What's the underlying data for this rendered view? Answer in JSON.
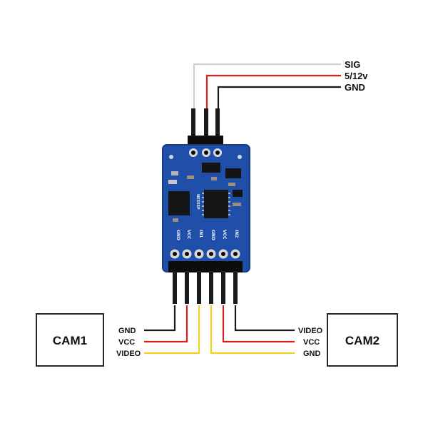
{
  "top_connector": {
    "labels": [
      "SIG",
      "5/12v",
      "GND"
    ]
  },
  "board": {
    "chip_marking": "NE555P",
    "silk_labels": [
      "GND",
      "VCC",
      "IN1",
      "GND",
      "VCC",
      "IN2"
    ]
  },
  "cam1": {
    "name": "CAM1",
    "wire_labels": [
      "GND",
      "VCC",
      "VIDEO"
    ]
  },
  "cam2": {
    "name": "CAM2",
    "wire_labels": [
      "VIDEO",
      "VCC",
      "GND"
    ]
  },
  "colors": {
    "pcb": "#1f4fa8",
    "pcb_dark": "#163d86",
    "wire_black": "#1a1a1a",
    "wire_red": "#d8201f",
    "wire_yellow": "#f2d21b",
    "wire_white": "#cfcfcf",
    "pin": "#1b1b1b",
    "header": "#0c0c0c"
  }
}
